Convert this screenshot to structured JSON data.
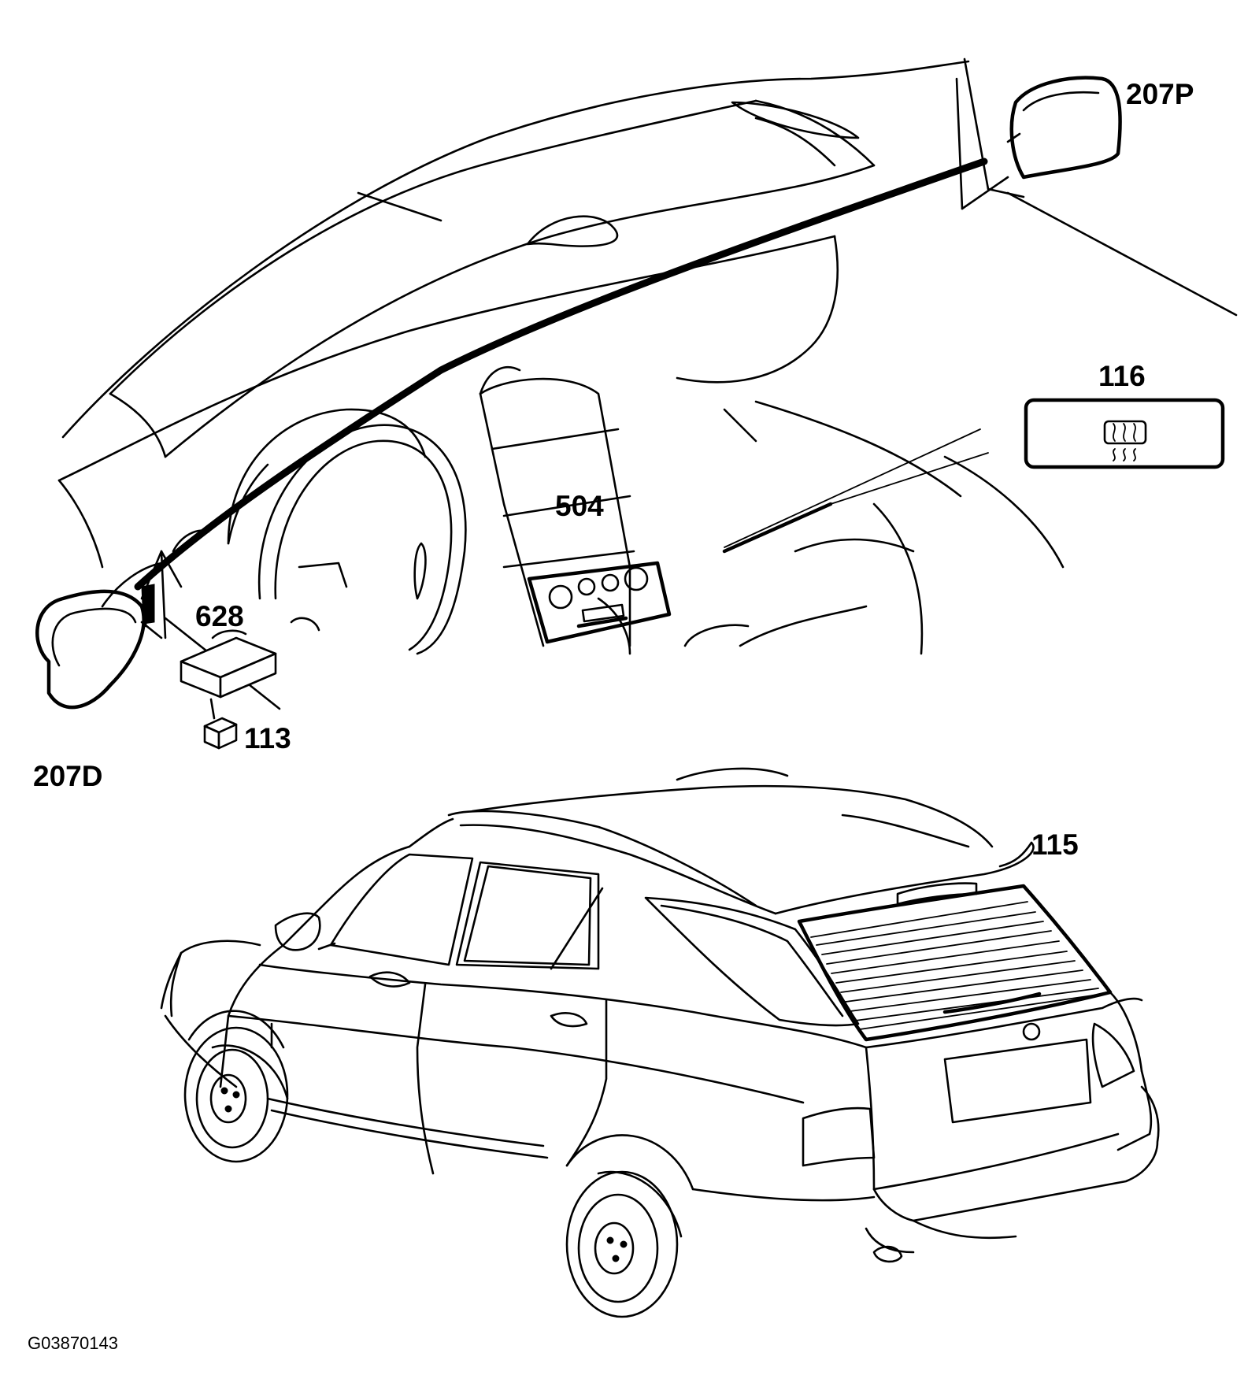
{
  "figure": {
    "id": "G03870143",
    "icons": [
      "rear-defroster-symbol-icon"
    ],
    "colors": {
      "line": "#000000",
      "background": "#ffffff"
    }
  },
  "callouts": {
    "c207p": "207P",
    "c116": "116",
    "c504": "504",
    "c628": "628",
    "c113": "113",
    "c207d": "207D",
    "c115": "115"
  }
}
